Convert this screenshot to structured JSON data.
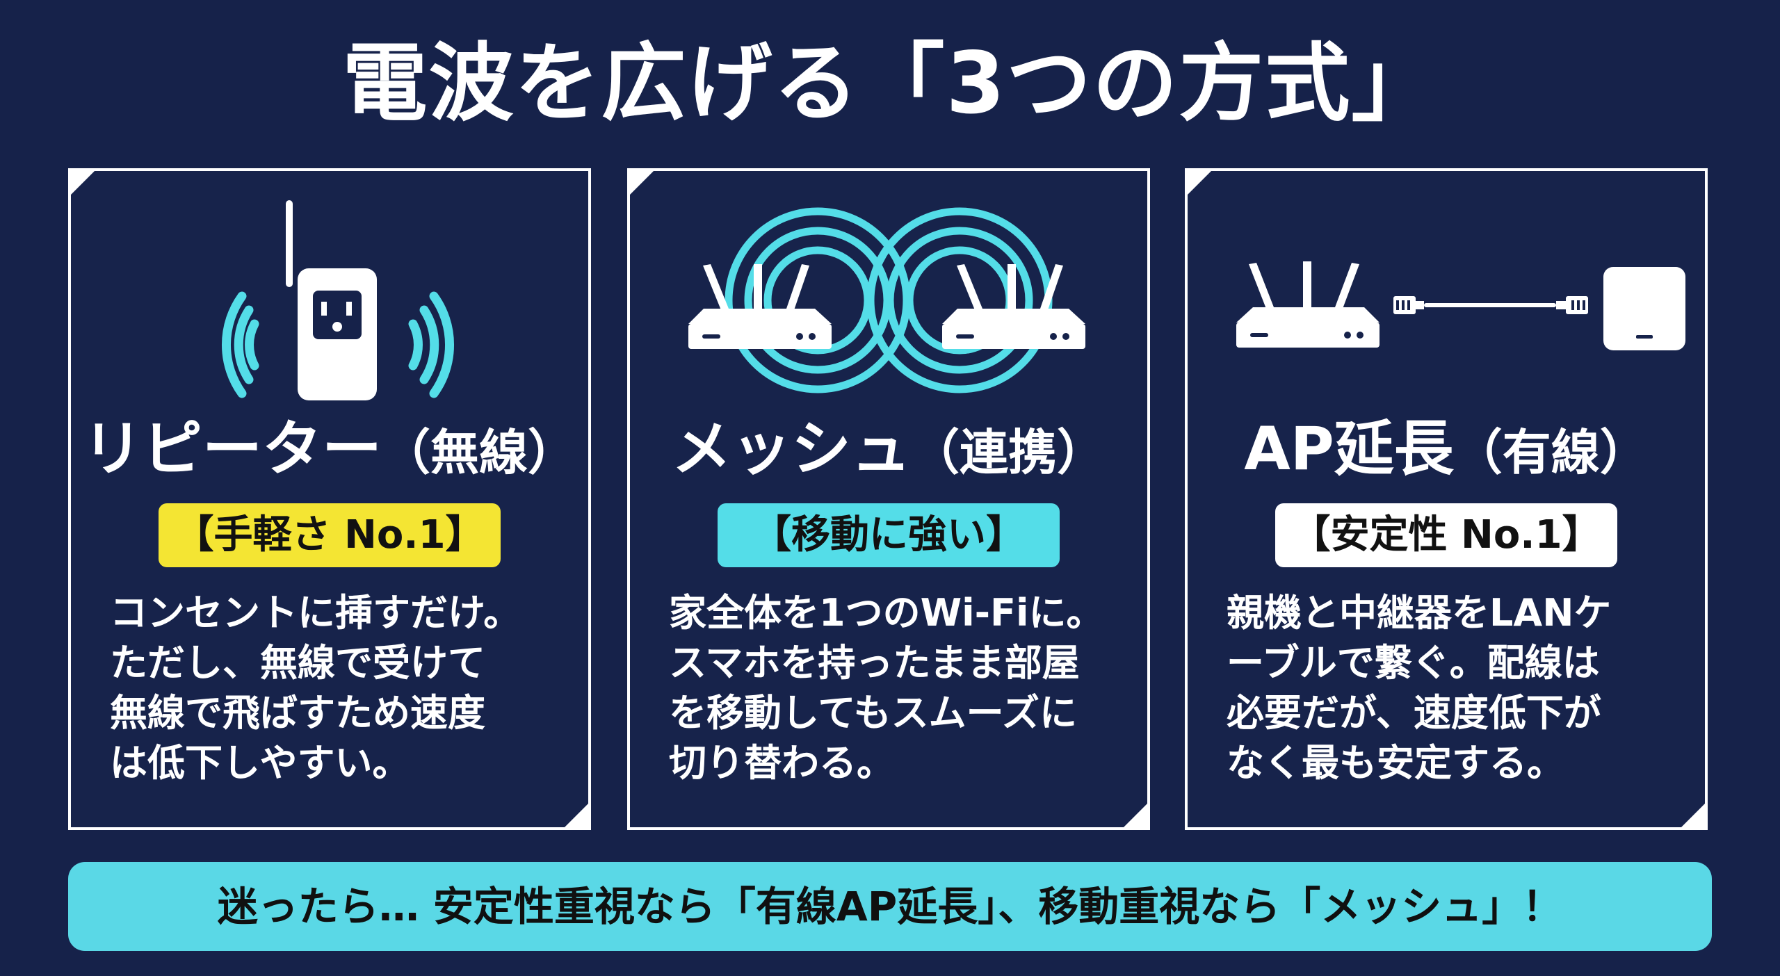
{
  "title": "電波を広げる「3つの方式」",
  "colors": {
    "background": "#16224a",
    "accent_cyan": "#54dde8",
    "accent_yellow": "#f4e533",
    "white": "#ffffff"
  },
  "cards": [
    {
      "title": "リピーター",
      "subtitle": "（無線）",
      "badge": "【手軽さ No.1】",
      "lines": [
        "コンセントに挿すだけ。",
        "ただし、無線で受けて",
        "無線で飛ばすため速度",
        "は低下しやすい。"
      ],
      "icon": "repeater-icon"
    },
    {
      "title": "メッシュ",
      "subtitle": "（連携）",
      "badge": "【移動に強い】",
      "lines": [
        "家全体を1つのWi-Fiに。",
        "スマホを持ったまま部屋",
        "を移動してもスムーズに",
        "切り替わる。"
      ],
      "icon": "mesh-routers-icon"
    },
    {
      "title": "AP延長",
      "subtitle": "（有線）",
      "badge": "【安定性 No.1】",
      "lines": [
        "親機と中継器をLANケ",
        "ーブルで繋ぐ。配線は",
        "必要だが、速度低下が",
        "なく最も安定する。"
      ],
      "icon": "wired-ap-icon"
    }
  ],
  "footer": "迷ったら… 安定性重視なら「有線AP延長」、移動重視なら「メッシュ」！"
}
